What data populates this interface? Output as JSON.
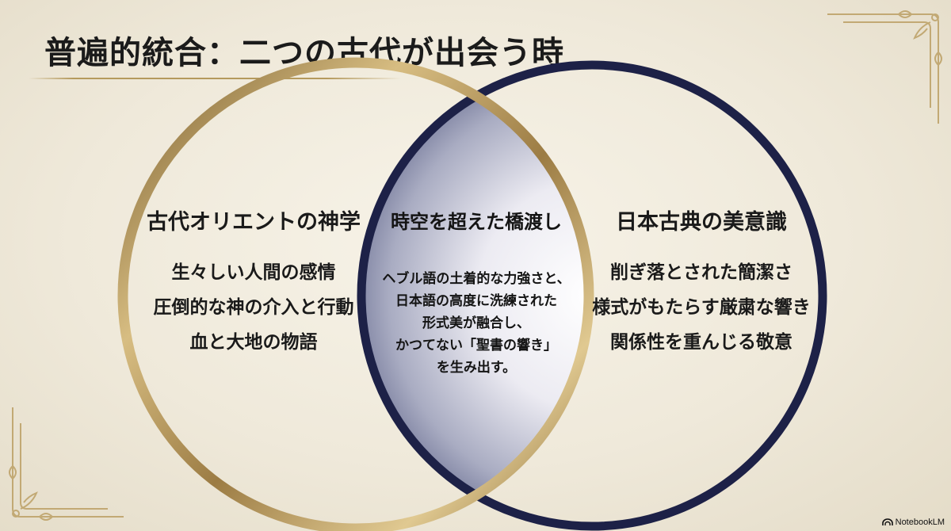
{
  "title": "普遍的統合：二つの古代が出会う時",
  "left_circle": {
    "heading": "古代オリエントの神学",
    "lines": [
      "生々しい人間の感情",
      "圧倒的な神の介入と行動",
      "血と大地の物語"
    ]
  },
  "intersection": {
    "heading": "時空を超えた橋渡し",
    "lines": [
      "ヘブル語の土着的な力強さと、",
      "日本語の高度に洗練された",
      "形式美が融合し、",
      "かつてない「聖書の響き」",
      "を生み出す。"
    ]
  },
  "right_circle": {
    "heading": "日本古典の美意識",
    "lines": [
      "削ぎ落とされた簡潔さ",
      "様式がもたらす厳粛な響き",
      "関係性を重んじる敬意"
    ]
  },
  "brand": {
    "label": "NotebookLM",
    "icon": "notebooklm-logo-icon"
  },
  "colors": {
    "gold": "#b8975a",
    "navy": "#1d2147",
    "paper": "#efe9db"
  }
}
